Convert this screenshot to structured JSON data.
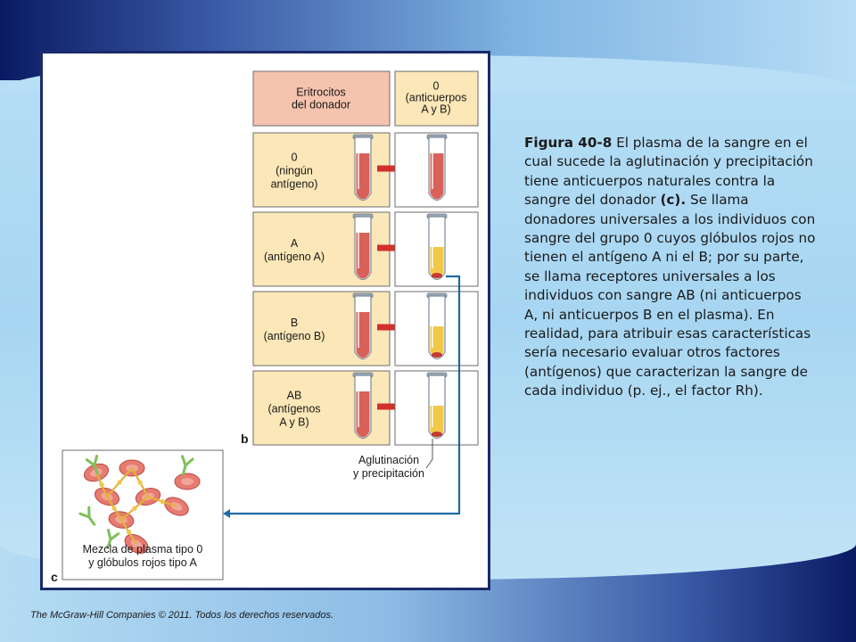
{
  "figure": {
    "header_left": [
      "Eritrocitos",
      "del donador"
    ],
    "header_right": [
      "0",
      "(anticuerpos",
      "A y B)"
    ],
    "rows": [
      {
        "label": [
          "0",
          "(ningún",
          "antígeno)"
        ],
        "result": "red"
      },
      {
        "label": [
          "A",
          "(antígeno A)"
        ],
        "result": "yellow"
      },
      {
        "label": [
          "B",
          "(antígeno B)"
        ],
        "result": "yellow"
      },
      {
        "label": [
          "AB",
          "(antígenos",
          "A y B)"
        ],
        "result": "yellow"
      }
    ],
    "panel_b_letter": "b",
    "panel_c_letter": "c",
    "aggl_label": [
      "Aglutinación",
      "y precipitación"
    ],
    "mix_label": [
      "Mezcla de plasma tipo 0",
      "y glóbulos rojos tipo A"
    ]
  },
  "caption": {
    "lead": "Figura 40-8",
    "part1": " El plasma de la sangre en el cual sucede la aglutinación y precipitación tiene anticuerpos naturales contra la sangre del donador ",
    "bold_ref": "(c).",
    "part2": " Se llama donadores universales a los individuos con sangre del grupo 0 cuyos glóbulos rojos no tienen el antígeno A ni el B; por su parte, se llama receptores universales a los individuos con sangre AB (ni anticuerpos A, ni anticuerpos B en el plasma). En realidad, para atribuir esas características sería necesario evaluar otros factores (antígenos) que caracterizan la sangre de cada individuo (p. ej., el factor Rh)."
  },
  "copyright": "The McGraw-Hill Companies © 2011. Todos los derechos reservados.",
  "colors": {
    "header_pink": "#f6c3ae",
    "box_cream": "#fbe7b8",
    "blood_red": "#d8615a",
    "plasma_yellow": "#f2c84a",
    "arrow_red": "#d2312b",
    "connector_blue": "#1f6aa5",
    "frame_navy": "#1b2a6b"
  }
}
